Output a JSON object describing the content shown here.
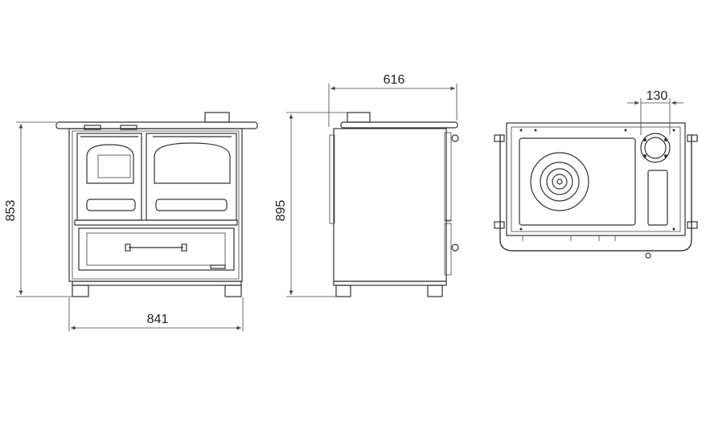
{
  "dimensions": {
    "front_width": "841",
    "front_height": "853",
    "side_depth": "616",
    "side_height": "895",
    "flue_diameter": "130"
  },
  "colors": {
    "line": "#333333",
    "background": "#ffffff"
  }
}
